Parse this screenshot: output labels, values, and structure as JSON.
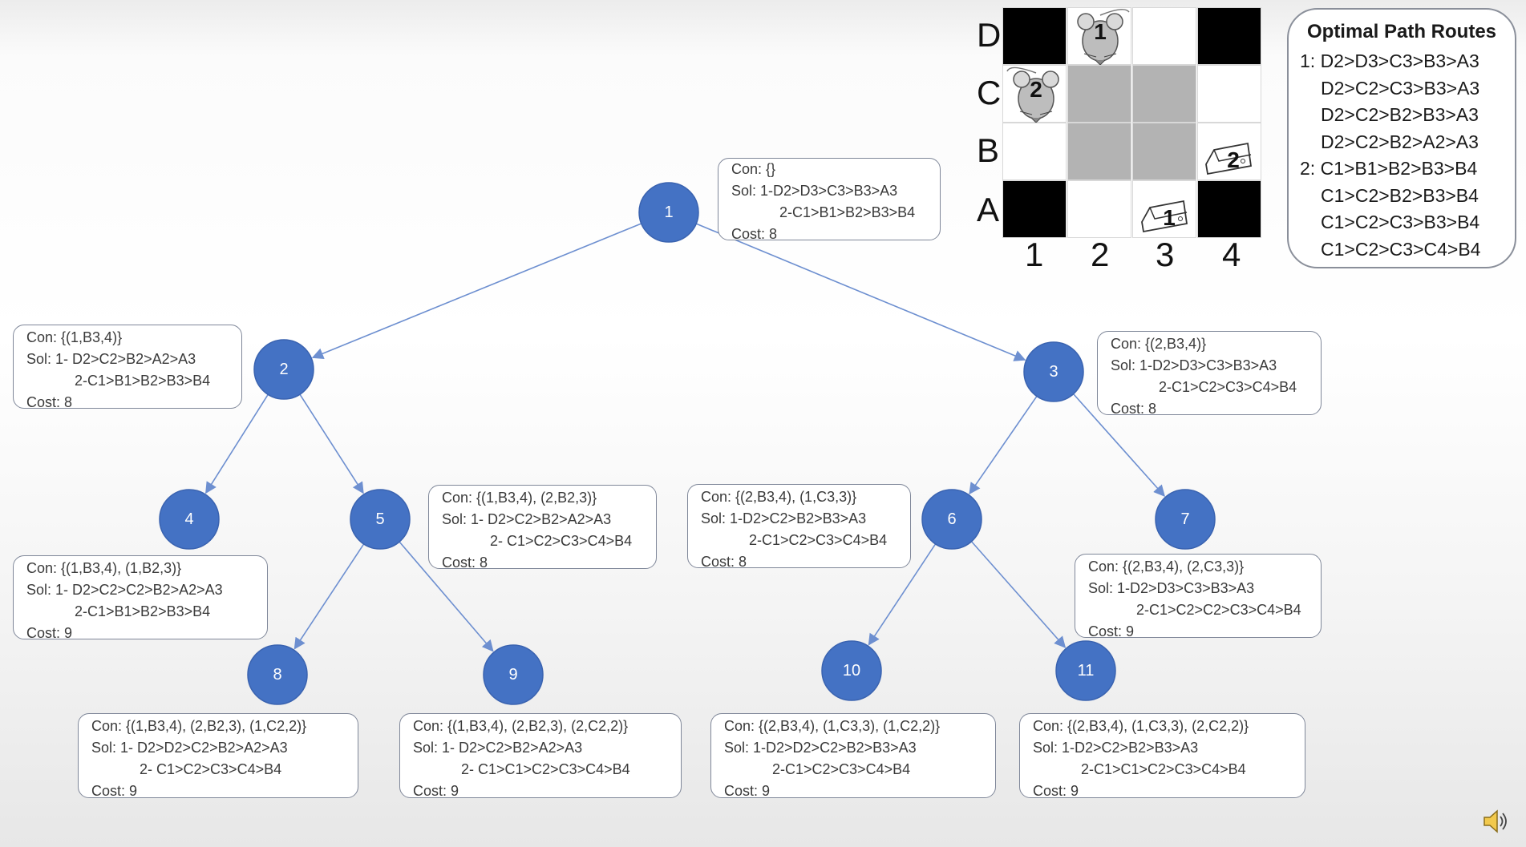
{
  "nodes": [
    {
      "id": "1",
      "label": "1"
    },
    {
      "id": "2",
      "label": "2"
    },
    {
      "id": "3",
      "label": "3"
    },
    {
      "id": "4",
      "label": "4"
    },
    {
      "id": "5",
      "label": "5"
    },
    {
      "id": "6",
      "label": "6"
    },
    {
      "id": "7",
      "label": "7"
    },
    {
      "id": "8",
      "label": "8"
    },
    {
      "id": "9",
      "label": "9"
    },
    {
      "id": "10",
      "label": "10"
    },
    {
      "id": "11",
      "label": "11"
    }
  ],
  "edges": [
    [
      "1",
      "2"
    ],
    [
      "1",
      "3"
    ],
    [
      "2",
      "4"
    ],
    [
      "2",
      "5"
    ],
    [
      "3",
      "6"
    ],
    [
      "3",
      "7"
    ],
    [
      "5",
      "8"
    ],
    [
      "5",
      "9"
    ],
    [
      "6",
      "10"
    ],
    [
      "6",
      "11"
    ]
  ],
  "boxes": {
    "n1": {
      "con": "Con:   {}",
      "sol1": "Sol:   1-D2>D3>C3>B3>A3",
      "sol2": "2-C1>B1>B2>B3>B4",
      "cost": "Cost: 8"
    },
    "n2": {
      "con": "Con: {(1,B3,4)}",
      "sol1": "Sol:   1- D2>C2>B2>A2>A3",
      "sol2": "2-C1>B1>B2>B3>B4",
      "cost": "Cost: 8"
    },
    "n3": {
      "con": "Con: {(2,B3,4)}",
      "sol1": "Sol:   1-D2>D3>C3>B3>A3",
      "sol2": "2-C1>C2>C3>C4>B4",
      "cost": "Cost: 8"
    },
    "n4": {
      "con": "Con: {(1,B3,4), (1,B2,3)}",
      "sol1": "Sol:   1- D2>C2>C2>B2>A2>A3",
      "sol2": "2-C1>B1>B2>B3>B4",
      "cost": "Cost: 9"
    },
    "n5": {
      "con": "Con: {(1,B3,4), (2,B2,3)}",
      "sol1": "Sol:   1- D2>C2>B2>A2>A3",
      "sol2": "2- C1>C2>C3>C4>B4",
      "cost": "Cost: 8"
    },
    "n6": {
      "con": "Con: {(2,B3,4), (1,C3,3)}",
      "sol1": "Sol:   1-D2>C2>B2>B3>A3",
      "sol2": "2-C1>C2>C3>C4>B4",
      "cost": "Cost: 8"
    },
    "n7": {
      "con": "Con: {(2,B3,4), (2,C3,3)}",
      "sol1": "Sol:   1-D2>D3>C3>B3>A3",
      "sol2": "2-C1>C2>C2>C3>C4>B4",
      "cost": "Cost: 9"
    },
    "n8": {
      "con": "Con: {(1,B3,4), (2,B2,3), (1,C2,2)}",
      "sol1": "Sol:   1- D2>D2>C2>B2>A2>A3",
      "sol2": "2- C1>C2>C3>C4>B4",
      "cost": "Cost: 9"
    },
    "n9": {
      "con": "Con: {(1,B3,4), (2,B2,3), (2,C2,2)}",
      "sol1": "Sol:   1- D2>C2>B2>A2>A3",
      "sol2": "2- C1>C1>C2>C3>C4>B4",
      "cost": "Cost: 9"
    },
    "n10": {
      "con": "Con: {(2,B3,4), (1,C3,3), (1,C2,2)}",
      "sol1": "Sol:   1-D2>D2>C2>B2>B3>A3",
      "sol2": "2-C1>C2>C3>C4>B4",
      "cost": "Cost: 9"
    },
    "n11": {
      "con": "Con: {(2,B3,4), (1,C3,3), (2,C2,2)}",
      "sol1": "Sol:   1-D2>C2>B2>B3>A3",
      "sol2": "2-C1>C1>C2>C3>C4>B4",
      "cost": "Cost: 9"
    }
  },
  "grid": {
    "row_labels": [
      "D",
      "C",
      "B",
      "A"
    ],
    "col_labels": [
      "1",
      "2",
      "3",
      "4"
    ],
    "cells": [
      [
        "black",
        "white",
        "white",
        "black"
      ],
      [
        "white",
        "grey",
        "grey",
        "white"
      ],
      [
        "white",
        "grey",
        "grey",
        "white"
      ],
      [
        "black",
        "white",
        "white",
        "black"
      ]
    ],
    "mouse_1": "1",
    "mouse_2": "2",
    "cheese_1": "1",
    "cheese_2": "2",
    "colors": {
      "wall": "#000000",
      "blocked": "#b3b3b3",
      "node": "#4472c4"
    }
  },
  "routes": {
    "title": "Optimal Path Routes",
    "lines": [
      "1: D2>D3>C3>B3>A3",
      "D2>C2>C3>B3>A3",
      "D2>C2>B2>B3>A3",
      "D2>C2>B2>A2>A3",
      "2: C1>B1>B2>B3>B4",
      "C1>C2>B2>B3>B4",
      "C1>C2>C3>B3>B4",
      "C1>C2>C3>C4>B4"
    ]
  },
  "icons": {
    "speaker": "speaker-icon",
    "mouse": "mouse-icon",
    "cheese": "cheese-icon"
  }
}
